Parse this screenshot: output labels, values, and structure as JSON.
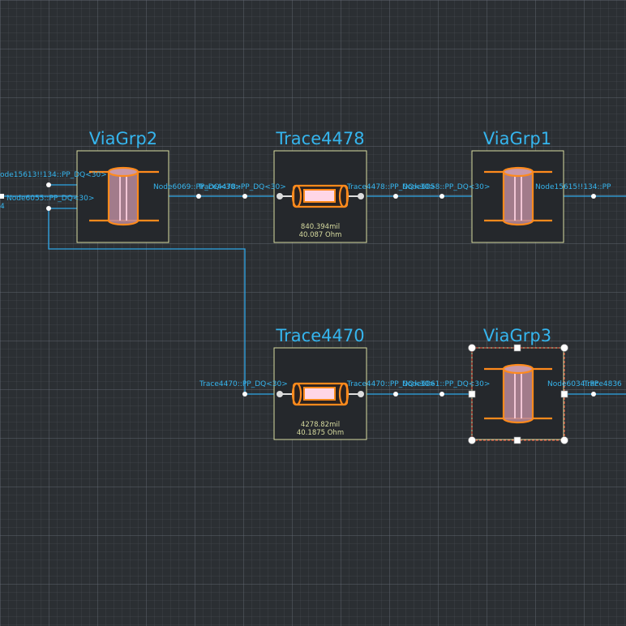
{
  "colors": {
    "wire": "#2ea6e6",
    "component_stroke": "#ff8a1c",
    "component_fill": "#b98a9c",
    "box_border": "#d8dca0",
    "selection": "#ff5a3c"
  },
  "components": {
    "viagrp2": {
      "title": "ViaGrp2",
      "icon": "via-icon"
    },
    "trace4478": {
      "title": "Trace4478",
      "icon": "trace-icon",
      "length": "840.394mil",
      "impedance": "40.087 Ohm"
    },
    "viagrp1": {
      "title": "ViaGrp1",
      "icon": "via-icon"
    },
    "trace4470": {
      "title": "Trace4470",
      "icon": "trace-icon",
      "length": "4278.82mil",
      "impedance": "40.1875 Ohm"
    },
    "viagrp3": {
      "title": "ViaGrp3",
      "icon": "via-icon",
      "selected": true
    }
  },
  "net_labels": {
    "left_top": "ode15613!!134::PP_DQ<30>",
    "left_bottom": "Node6055::PP_DQ<30>",
    "left_edge": "4",
    "vg2_out": "Node6069::PP_DQ<30>",
    "t4478_in": "Trace4478::PP_DQ<30>",
    "t4478_out": "Trace4478::PP_DQ<30>",
    "vg1_in": "Node6058::PP_DQ<30>",
    "vg1_out": "Node15615!!134::PP",
    "t4470_in": "Trace4470::PP_DQ<30>",
    "t4470_out": "Trace4470::PP_DQ<30>",
    "vg3_in": "Node6061::PP_DQ<30>",
    "vg3_out_a": "Node6034::PP",
    "vg3_out_b": "Trace4836"
  }
}
